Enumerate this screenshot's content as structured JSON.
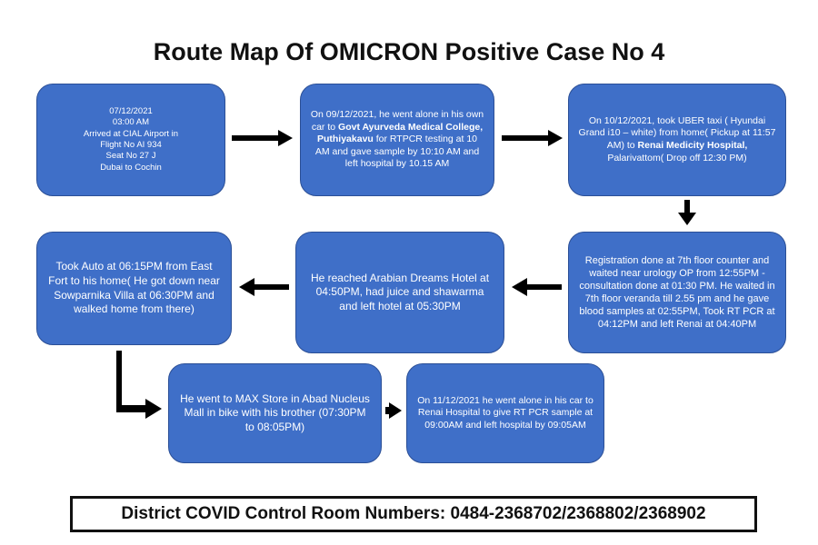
{
  "title": "Route Map Of OMICRON Positive Case No 4",
  "steps": [
    {
      "text": "07/12/2021\n03:00 AM\nArrived at CIAL Airport in\nFlight No AI 934\nSeat No 27 J\nDubai to Cochin"
    },
    {
      "pre": "On 09/12/2021, he went alone in his own car to ",
      "bold": "Govt Ayurveda Medical College, Puthiyakavu",
      "post": " for RTPCR testing at 10 AM and gave sample by 10:10 AM and left hospital by 10.15 AM"
    },
    {
      "pre": "On 10/12/2021, took UBER taxi ( Hyundai Grand i10 – white) from home( Pickup at 11:57 AM) to ",
      "bold": "Renai Medicity Hospital,",
      "post": " Palarivattom( Drop off 12:30 PM)"
    },
    {
      "text": "Registration done at 7th floor counter and waited near urology OP from 12:55PM - consultation done at 01:30 PM. He waited in 7th floor veranda till 2.55 pm and he gave blood samples at 02:55PM, Took RT PCR at 04:12PM and left Renai  at 04:40PM"
    },
    {
      "text": "He reached Arabian Dreams Hotel at 04:50PM, had juice and shawarma and left hotel at 05:30PM"
    },
    {
      "text": "Took Auto at 06:15PM from East Fort to his home( He got down near Sowparnika Villa at 06:30PM and walked home from there)"
    },
    {
      "text": "He went to MAX Store in Abad Nucleus Mall in bike with his brother (07:30PM to 08:05PM)"
    },
    {
      "text": "On 11/12/2021 he went alone in his car to Renai Hospital to give RT PCR sample at 09:00AM and left hospital by 09:05AM"
    }
  ],
  "footer": "District COVID Control Room Numbers: 0484-2368702/2368802/2368902",
  "colors": {
    "box": "#3f6fc8",
    "box_border": "#2b4f96",
    "arrow": "#000000"
  }
}
